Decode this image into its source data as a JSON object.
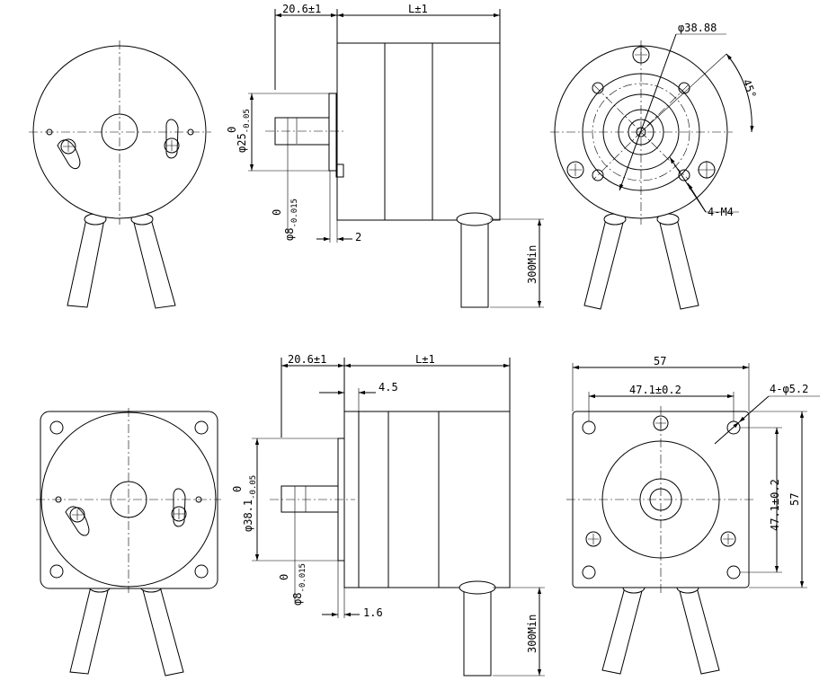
{
  "top": {
    "shaft_length": "20.6±1",
    "length": "L±1",
    "pilot_dia": "φ25",
    "pilot_tol_upper": "0",
    "pilot_tol_lower": "-0.05",
    "shaft_dia": "φ8",
    "shaft_tol_upper": "0",
    "shaft_tol_lower": "-0.015",
    "flange_thk": "2",
    "lead_length": "300Min",
    "bolt_circle": "φ38.88",
    "angle": "45°",
    "holes": "4-M4"
  },
  "bottom": {
    "shaft_length": "20.6±1",
    "length": "L±1",
    "step": "4.5",
    "pilot_dia": "φ38.1",
    "pilot_tol_upper": "0",
    "pilot_tol_lower": "-0.05",
    "shaft_dia": "φ8",
    "shaft_tol_upper": "0",
    "shaft_tol_lower": "-0.015",
    "flange_thk": "1.6",
    "lead_length": "300Min",
    "width": "57",
    "hole_spacing_h": "47.1±0.2",
    "holes": "4-φ5.2",
    "hole_spacing_v": "47.1±0.2",
    "height": "57"
  }
}
